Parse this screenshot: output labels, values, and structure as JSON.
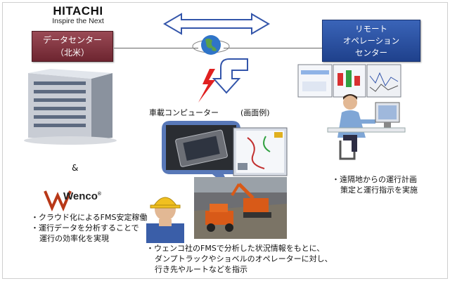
{
  "hitachi": {
    "logo": "HITACHI",
    "tagline": "Inspire the Next"
  },
  "data_center": {
    "line1": "データセンター",
    "line2": "（北米）"
  },
  "remote_center": {
    "line1": "リモート",
    "line2": "オペレーション",
    "line3": "センター"
  },
  "onboard_computer_label": "車載コンピューター",
  "screen_example_label": "(画面例)",
  "and_label": "&",
  "wenco": {
    "logo": "Wenco",
    "registered": "®"
  },
  "wenco_bullets": [
    "・クラウド化によるFMS安定稼働",
    "・運行データを分析することで",
    "運行の効率化を実現"
  ],
  "remote_bullets": [
    "・遠隔地からの運行計画",
    "策定と運行指示を実施"
  ],
  "operator_bullets": [
    "・ウェンコ社のFMSで分析した状況情報をもとに、",
    "ダンプトラックやショベルのオペレーターに対し、",
    "行き先やルートなどを指示"
  ],
  "colors": {
    "dc_box": "#7e2f3a",
    "roc_box": "#2a52a6",
    "arrow": "#3355aa",
    "lightning": "#e02020"
  }
}
